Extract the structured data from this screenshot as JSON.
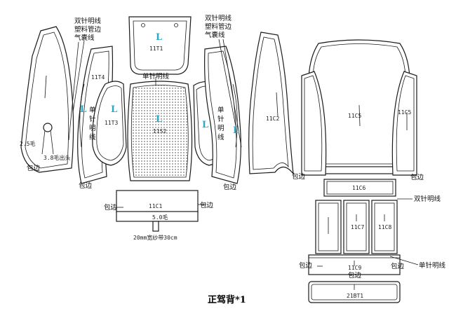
{
  "title": "正驾背*1",
  "colors": {
    "line": "#1a1a1a",
    "accent": "#2aa8c8",
    "background": "#ffffff"
  },
  "notes": {
    "double_stitch": "双针明线",
    "piping": "塑料管边",
    "airbag": "气囊线",
    "single_stitch": "单针明线",
    "binding": "包边",
    "single_vertical": "单针明线",
    "dim_25": "2.5毛",
    "dim_38": "3.8毛出头",
    "dim_50": "5.0毛",
    "strap": "20mm宽纱带30cm",
    "double_right": "双针明线",
    "single_right": "单针明线"
  },
  "parts": {
    "t1": "11T1",
    "t4": "11T4",
    "t3": "11T3",
    "s2": "11S2",
    "c2": "11C2",
    "c5a": "11C5",
    "c5b": "11C5",
    "c6": "11C6",
    "c1": "11C1",
    "c7": "11C7",
    "c8": "11C8",
    "c9": "11C9",
    "bt1": "21BT1"
  },
  "marks": {
    "l": "L"
  }
}
